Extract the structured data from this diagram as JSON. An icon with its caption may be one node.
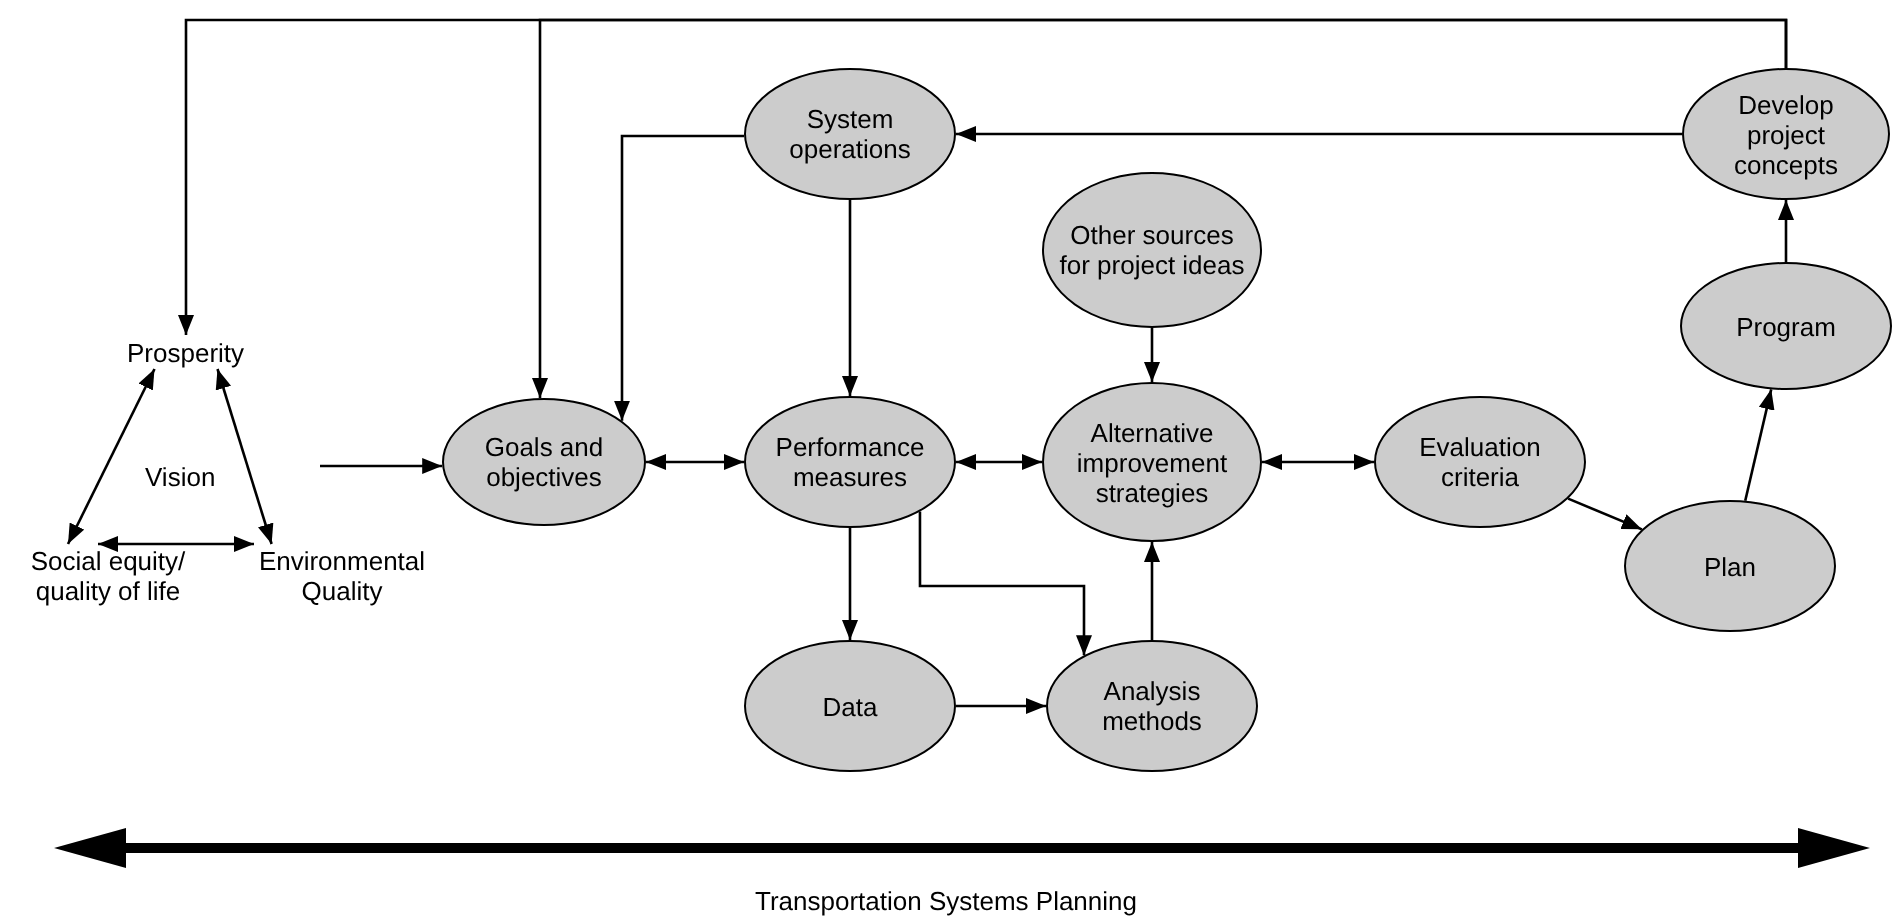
{
  "diagram": {
    "nodes": [
      {
        "text": [
          "Prosperity"
        ]
      },
      {
        "text": [
          "Vision"
        ]
      },
      {
        "text": [
          "Social equity/ quality of life"
        ]
      },
      {
        "text": [
          "Environmental Quality"
        ]
      },
      {
        "text": [
          "System operations"
        ]
      },
      {
        "text": [
          "Develop project concepts"
        ]
      },
      {
        "text": [
          "Other sources for project ideas"
        ]
      },
      {
        "text": [
          "Program"
        ]
      },
      {
        "text": [
          "Goals and objectives"
        ]
      },
      {
        "text": [
          "Performance measures"
        ]
      },
      {
        "text": [
          "Alternative improvement strategies"
        ]
      },
      {
        "text": [
          "Evaluation criteria"
        ]
      },
      {
        "text": [
          "Plan"
        ]
      },
      {
        "text": [
          "Data"
        ]
      },
      {
        "text": [
          "Analysis methods"
        ]
      }
    ],
    "edges": [
      {
        "from": 5,
        "to": 0,
        "arrow": "to"
      },
      {
        "from": 5,
        "to": 8,
        "arrow": "to"
      },
      {
        "from": 5,
        "to": 4,
        "arrow": "to"
      },
      {
        "from": 4,
        "to": 8,
        "arrow": "to"
      },
      {
        "from": 4,
        "to": 9,
        "arrow": "to"
      },
      {
        "from": 0,
        "to": 2,
        "arrow": "both"
      },
      {
        "from": 0,
        "to": 3,
        "arrow": "both"
      },
      {
        "from": 2,
        "to": 3,
        "arrow": "both"
      },
      {
        "from": null,
        "to": 8,
        "arrow": "to"
      },
      {
        "from": 8,
        "to": 9,
        "arrow": "both"
      },
      {
        "from": 9,
        "to": 10,
        "arrow": "both"
      },
      {
        "from": 10,
        "to": 11,
        "arrow": "both"
      },
      {
        "from": 11,
        "to": 12,
        "arrow": "to"
      },
      {
        "from": 12,
        "to": 7,
        "arrow": "to"
      },
      {
        "from": 7,
        "to": 5,
        "arrow": "to"
      },
      {
        "from": 6,
        "to": 10,
        "arrow": "to"
      },
      {
        "from": 9,
        "to": 13,
        "arrow": "to"
      },
      {
        "from": 9,
        "to": 14,
        "arrow": "to"
      },
      {
        "from": 13,
        "to": 14,
        "arrow": "to"
      },
      {
        "from": 14,
        "to": 10,
        "arrow": "to"
      }
    ],
    "labels": [
      "Transportation Systems Planning"
    ]
  }
}
